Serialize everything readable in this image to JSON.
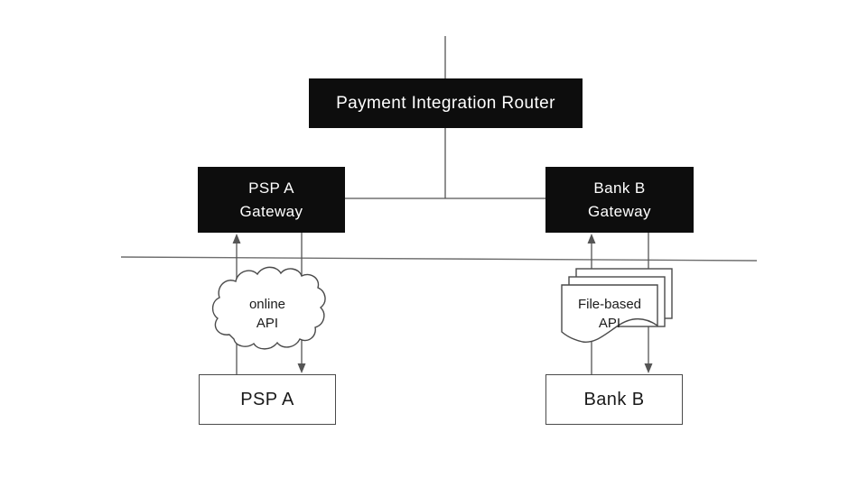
{
  "title": "Payment integration architecture diagram",
  "colors": {
    "background": "#ffffff",
    "node_fill": "#0d0d0d",
    "node_text": "#ffffff",
    "line": "#555555",
    "separator": "#6e6e6e",
    "shape_border": "#4a4a4a",
    "text": "#1a1a1a"
  },
  "nodes": {
    "router": {
      "label": "Payment Integration Router"
    },
    "psp_gateway": {
      "line1": "PSP A",
      "line2": "Gateway"
    },
    "bank_gateway": {
      "line1": "Bank B",
      "line2": "Gateway"
    },
    "psp": {
      "label": "PSP A"
    },
    "bank": {
      "label": "Bank B"
    }
  },
  "annotations": {
    "online_api": {
      "line1": "online",
      "line2": "API"
    },
    "file_api": {
      "line1": "File-based",
      "line2": "API"
    }
  }
}
